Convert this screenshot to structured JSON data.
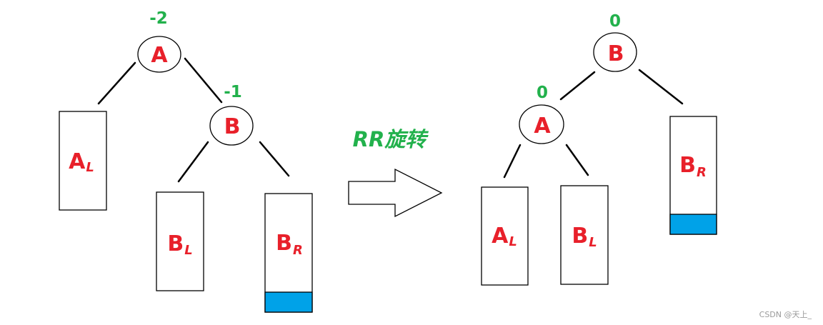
{
  "colors": {
    "label": "#e8202a",
    "balance_factor": "#22b14c",
    "inserted": "#00a2e8",
    "line": "#000000"
  },
  "operation": {
    "label": "RR旋转"
  },
  "before": {
    "root": {
      "label": "A",
      "balance": "-2"
    },
    "right_child": {
      "label": "B",
      "balance": "-1"
    },
    "subtrees": {
      "AL": {
        "main": "A",
        "sub": "L"
      },
      "BL": {
        "main": "B",
        "sub": "L"
      },
      "BR": {
        "main": "B",
        "sub": "R"
      }
    }
  },
  "after": {
    "root": {
      "label": "B",
      "balance": "0"
    },
    "left_child": {
      "label": "A",
      "balance": "0"
    },
    "subtrees": {
      "AL": {
        "main": "A",
        "sub": "L"
      },
      "BL": {
        "main": "B",
        "sub": "L"
      },
      "BR": {
        "main": "B",
        "sub": "R"
      }
    }
  },
  "watermark": "CSDN @天上_"
}
